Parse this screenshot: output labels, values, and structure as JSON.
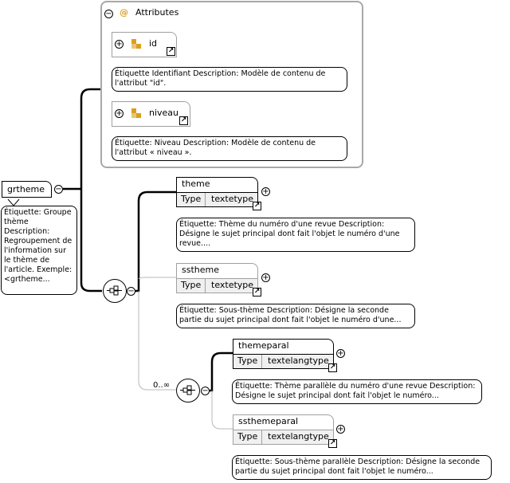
{
  "root": {
    "name": "grtheme",
    "note": "Étiquette: Groupe thème Description: Regroupement de l'information sur le thème de l'article. Exemple: <grtheme..."
  },
  "attributes": {
    "title": "Attributes",
    "at_symbol": "@",
    "items": [
      {
        "name": "id",
        "note": "Étiquette Identifiant Description: Modèle de contenu de l'attribut \"id\"."
      },
      {
        "name": "niveau",
        "note": "Étiquette: Niveau Description: Modèle de contenu de l'attribut « niveau »."
      }
    ]
  },
  "sequence1": {
    "elements": [
      {
        "name": "theme",
        "type_label": "Type",
        "type": "textetype",
        "note": "Étiquette: Thème du numéro d'une revue Description: Désigne le sujet principal dont fait l'objet le numéro d'une revue...."
      },
      {
        "name": "sstheme",
        "type_label": "Type",
        "type": "textetype",
        "note": "Étiquette: Sous-thème Description: Désigne la seconde partie du sujet principal dont fait l'objet le numéro d'une..."
      }
    ],
    "occurrence": "0..∞"
  },
  "sequence2": {
    "elements": [
      {
        "name": "themeparal",
        "type_label": "Type",
        "type": "textelangtype",
        "note": "Étiquette: Thème parallèle du numéro d'une revue Description: Désigne le sujet principal dont fait l'objet le numéro..."
      },
      {
        "name": "ssthemeparal",
        "type_label": "Type",
        "type": "textelangtype",
        "note": "Étiquette: Sous-thème parallèle Description: Désigne la seconde partie du sujet principal dont fait l'objet le numéro..."
      }
    ]
  },
  "symbols": {
    "collapse": "−",
    "expand": "+",
    "link": "↗"
  },
  "colors": {
    "attr_icon": "#d9a020",
    "optional_border": "#a0a0a0",
    "required_border": "#000000"
  }
}
